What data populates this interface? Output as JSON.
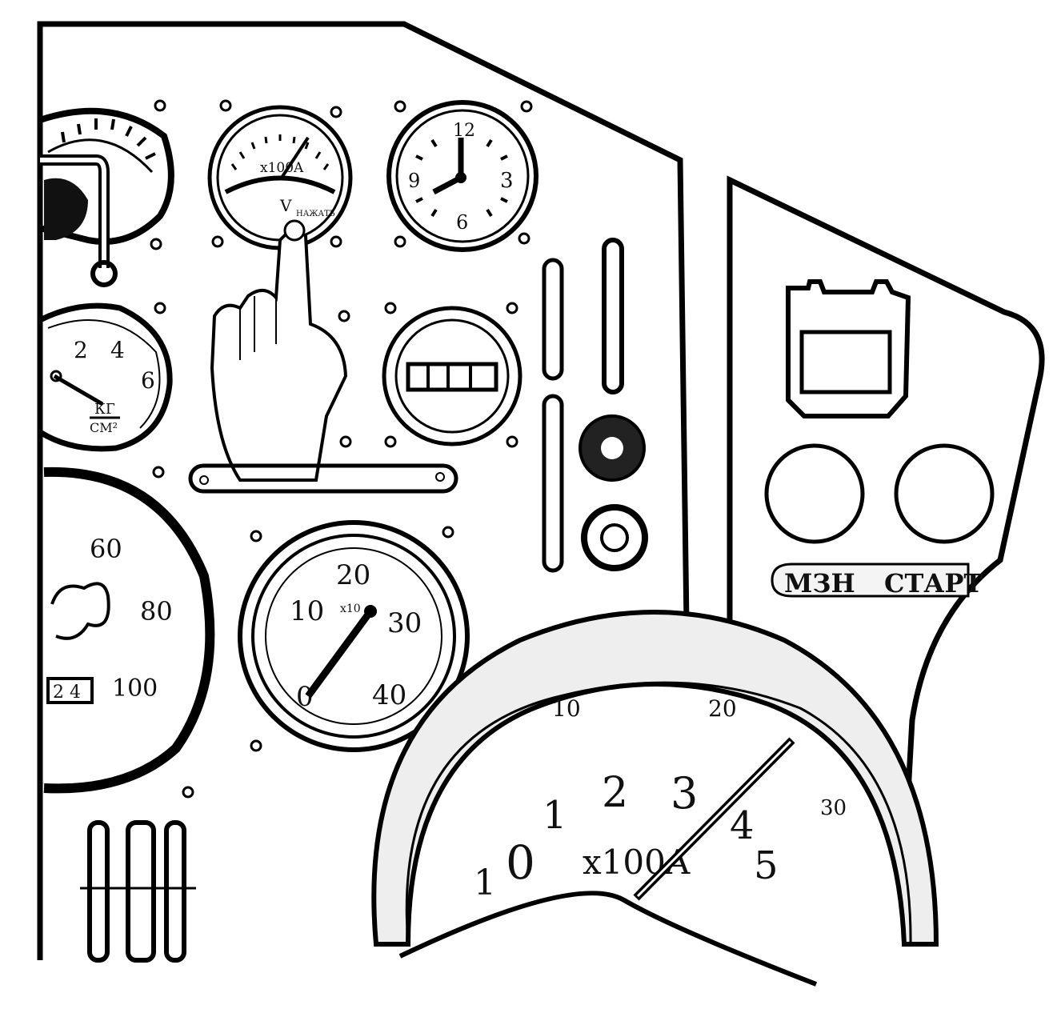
{
  "ammeter": {
    "scale_label": "x100A",
    "pointer_label": "V",
    "press_label": "НАЖАТЬ"
  },
  "clock": {
    "n12": "12",
    "n3": "3",
    "n6": "6",
    "n9": "9"
  },
  "pressure_gauge": {
    "n2": "2",
    "n4": "4",
    "n6": "6",
    "unit_top": "КГ",
    "unit_bottom": "СМ²"
  },
  "speed_gauge": {
    "n60": "60",
    "n80": "80",
    "n100": "100",
    "counter": "2 4"
  },
  "rpm_gauge": {
    "n10": "10",
    "n20": "20",
    "n30": "30",
    "n40": "40",
    "n0": "0",
    "mult": "x10"
  },
  "big_gauge": {
    "t10": "10",
    "t20": "20",
    "t30": "30",
    "n0": "0",
    "n1": "1",
    "n2": "2",
    "n3": "3",
    "n4": "4",
    "n5": "5",
    "left_one": "1",
    "mult": "x100A"
  },
  "switch_labels": {
    "mzn": "МЗН",
    "start": "СТАРТ"
  }
}
